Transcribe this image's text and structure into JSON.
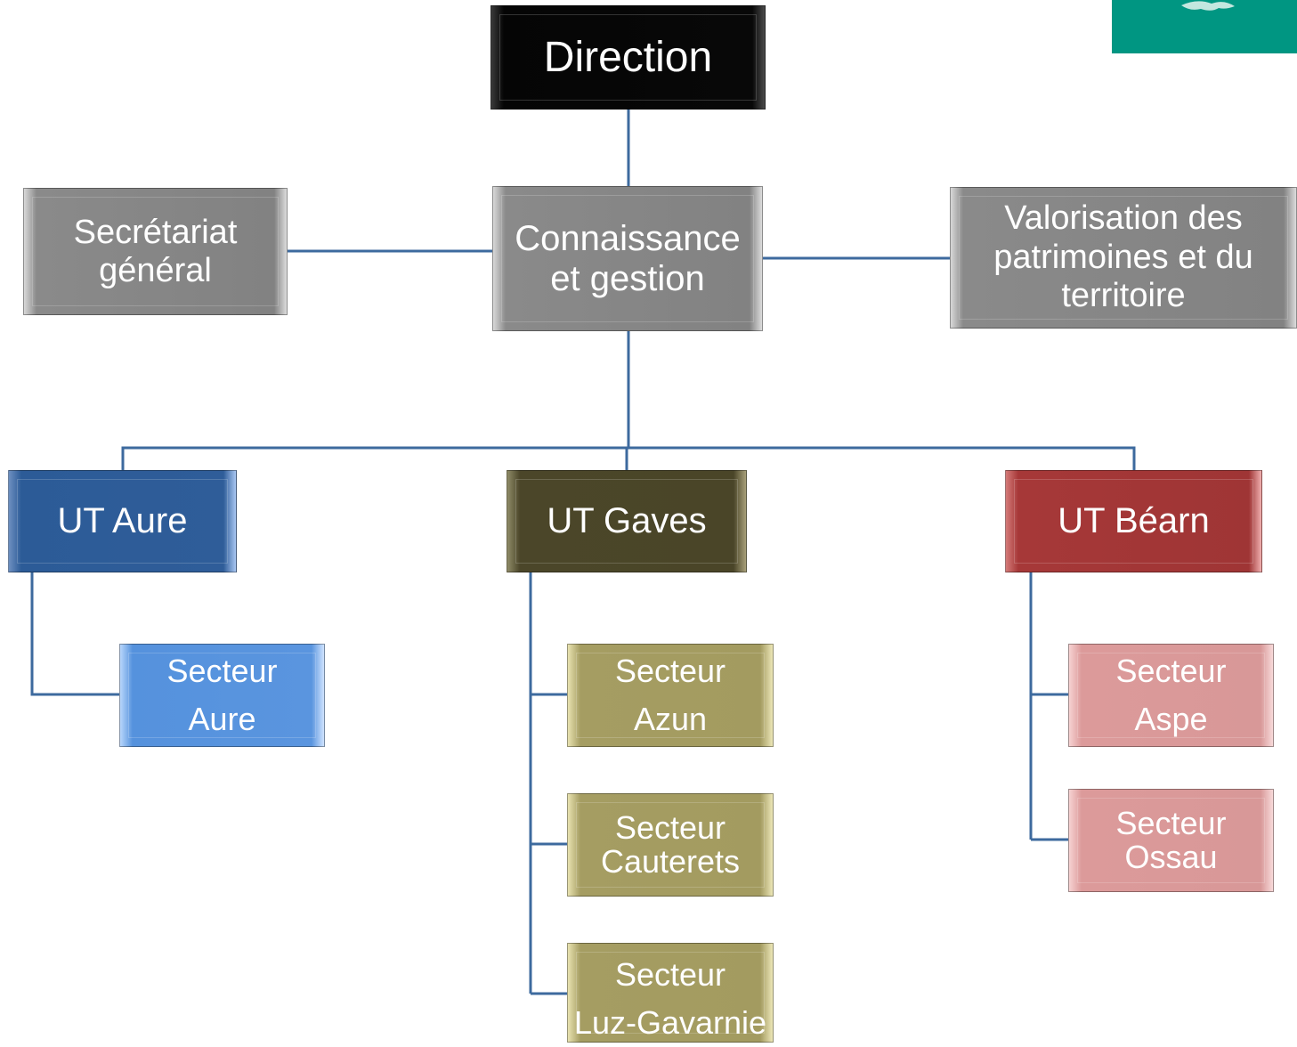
{
  "org_chart": {
    "direction": [
      "Direction"
    ],
    "secretariat": [
      "Secrétariat",
      "général"
    ],
    "connaissance": [
      "Connaissance",
      "et gestion"
    ],
    "valorisation": [
      "Valorisation des",
      "patrimoines et du",
      "territoire"
    ],
    "ut_aure": [
      "UT Aure"
    ],
    "ut_gaves": [
      "UT Gaves"
    ],
    "ut_bearn": [
      "UT Béarn"
    ],
    "secteur_aure": [
      "Secteur",
      "Aure"
    ],
    "secteur_azun": [
      "Secteur",
      "Azun"
    ],
    "secteur_cauterets": [
      "Secteur",
      "Cauterets"
    ],
    "secteur_luz": [
      "Secteur",
      "Luz-Gavarnie"
    ],
    "secteur_aspe": [
      "Secteur",
      "Aspe"
    ],
    "secteur_ossau": [
      "Secteur",
      "Ossau"
    ]
  },
  "colors": {
    "connector": "#3d6a9e",
    "logo": "#009682"
  }
}
